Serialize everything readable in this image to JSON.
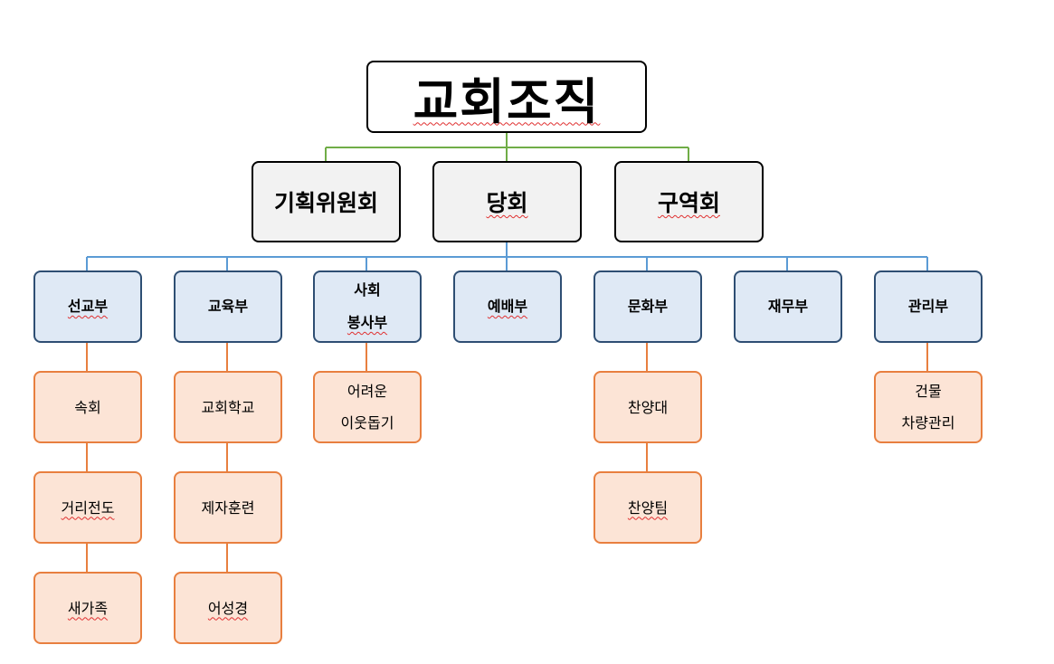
{
  "root": {
    "label": "교회조직"
  },
  "level1": [
    {
      "label": "기획위원회"
    },
    {
      "label": "당회"
    },
    {
      "label": "구역회"
    }
  ],
  "departments": [
    {
      "lines": [
        "선교부"
      ],
      "children": [
        {
          "lines": [
            "속회"
          ]
        },
        {
          "lines": [
            "거리전도"
          ]
        },
        {
          "lines": [
            "새가족"
          ]
        }
      ]
    },
    {
      "lines": [
        "교육부"
      ],
      "children": [
        {
          "lines": [
            "교회학교"
          ]
        },
        {
          "lines": [
            "제자훈련"
          ]
        },
        {
          "lines": [
            "어성경"
          ]
        }
      ]
    },
    {
      "lines": [
        "사회",
        "봉사부"
      ],
      "children": [
        {
          "lines": [
            "어려운",
            "이웃돕기"
          ]
        }
      ]
    },
    {
      "lines": [
        "예배부"
      ],
      "children": []
    },
    {
      "lines": [
        "문화부"
      ],
      "children": [
        {
          "lines": [
            "찬양대"
          ]
        },
        {
          "lines": [
            "찬양팀"
          ]
        }
      ]
    },
    {
      "lines": [
        "재무부"
      ],
      "children": []
    },
    {
      "lines": [
        "관리부"
      ],
      "children": [
        {
          "lines": [
            "건물",
            "차량관리"
          ]
        }
      ]
    }
  ],
  "colors": {
    "green_connector": "#70ad47",
    "blue_connector": "#5b9bd5",
    "orange_connector": "#e87f3f"
  }
}
